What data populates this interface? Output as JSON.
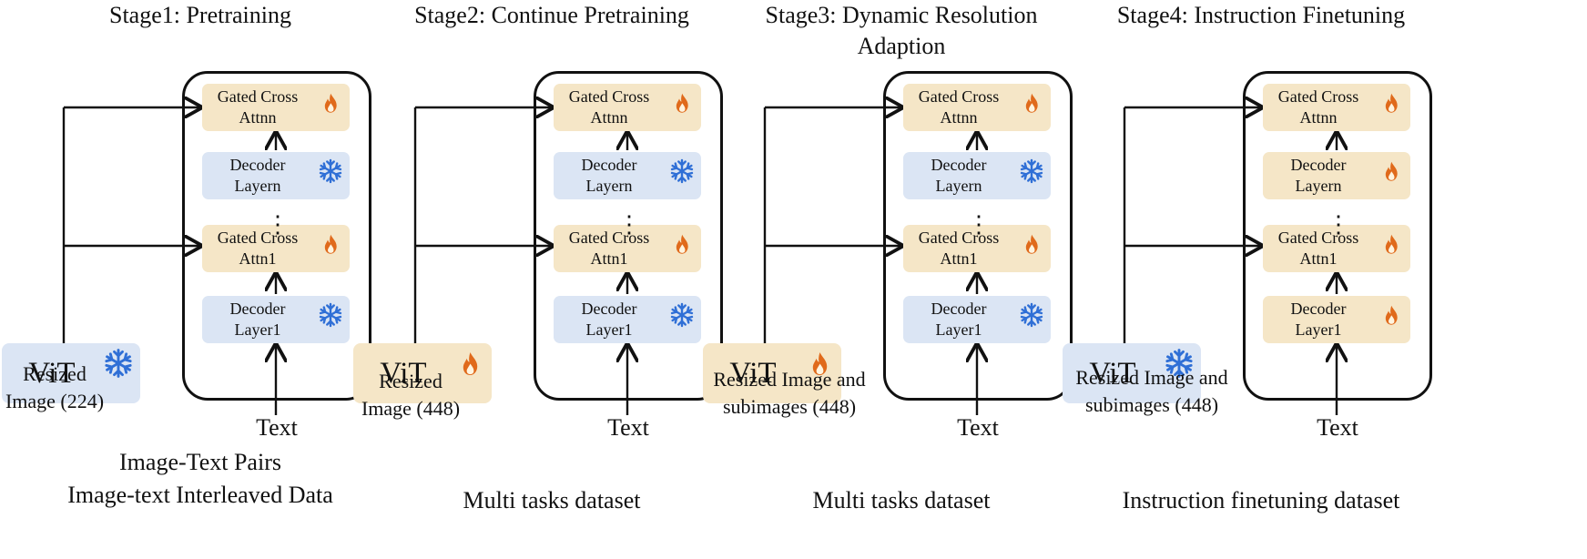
{
  "stages": [
    {
      "title": "Stage1: Pretraining",
      "blocks": [
        {
          "label": "Gated Cross\nAttnn",
          "state": "trained",
          "icon": "flame-icon"
        },
        {
          "label": "Decoder\nLayern",
          "state": "frozen",
          "icon": "snowflake-icon"
        },
        {
          "label": "Gated Cross\nAttn1",
          "state": "trained",
          "icon": "flame-icon"
        },
        {
          "label": "Decoder\nLayer1",
          "state": "frozen",
          "icon": "snowflake-icon"
        }
      ],
      "dots": "⋮",
      "vit": {
        "label": "ViT",
        "state": "frozen",
        "icon": "snowflake-icon"
      },
      "vit_caption": "Resized\nImage (224)",
      "text_input": "Text",
      "dataset": "Image-Text Pairs\nImage-text Interleaved Data"
    },
    {
      "title": "Stage2: Continue Pretraining",
      "blocks": [
        {
          "label": "Gated Cross\nAttnn",
          "state": "trained",
          "icon": "flame-icon"
        },
        {
          "label": "Decoder\nLayern",
          "state": "frozen",
          "icon": "snowflake-icon"
        },
        {
          "label": "Gated Cross\nAttn1",
          "state": "trained",
          "icon": "flame-icon"
        },
        {
          "label": "Decoder\nLayer1",
          "state": "frozen",
          "icon": "snowflake-icon"
        }
      ],
      "dots": "⋮",
      "vit": {
        "label": "ViT",
        "state": "trained",
        "icon": "flame-icon"
      },
      "vit_caption": "Resized\nImage (448)",
      "text_input": "Text",
      "dataset": "Multi tasks dataset"
    },
    {
      "title": "Stage3: Dynamic Resolution\nAdaption",
      "blocks": [
        {
          "label": "Gated Cross\nAttnn",
          "state": "trained",
          "icon": "flame-icon"
        },
        {
          "label": "Decoder\nLayern",
          "state": "frozen",
          "icon": "snowflake-icon"
        },
        {
          "label": "Gated Cross\nAttn1",
          "state": "trained",
          "icon": "flame-icon"
        },
        {
          "label": "Decoder\nLayer1",
          "state": "frozen",
          "icon": "snowflake-icon"
        }
      ],
      "dots": "⋮",
      "vit": {
        "label": "ViT",
        "state": "trained",
        "icon": "flame-icon"
      },
      "vit_caption": "Resized Image and\nsubimages (448)",
      "text_input": "Text",
      "dataset": "Multi tasks dataset"
    },
    {
      "title": "Stage4: Instruction Finetuning",
      "blocks": [
        {
          "label": "Gated Cross\nAttnn",
          "state": "trained",
          "icon": "flame-icon"
        },
        {
          "label": "Decoder\nLayern",
          "state": "trained",
          "icon": "flame-icon"
        },
        {
          "label": "Gated Cross\nAttn1",
          "state": "trained",
          "icon": "flame-icon"
        },
        {
          "label": "Decoder\nLayer1",
          "state": "trained",
          "icon": "flame-icon"
        }
      ],
      "dots": "⋮",
      "vit": {
        "label": "ViT",
        "state": "frozen",
        "icon": "snowflake-icon"
      },
      "vit_caption": "Resized Image and\nsubimages (448)",
      "text_input": "Text",
      "dataset": "Instruction finetuning dataset"
    }
  ],
  "colors": {
    "frozen_fill": "#dbe5f4",
    "trained_fill": "#f5e6c7",
    "snowflake": "#2f6fd6",
    "flame": "#e06a1b",
    "line": "#111111"
  }
}
